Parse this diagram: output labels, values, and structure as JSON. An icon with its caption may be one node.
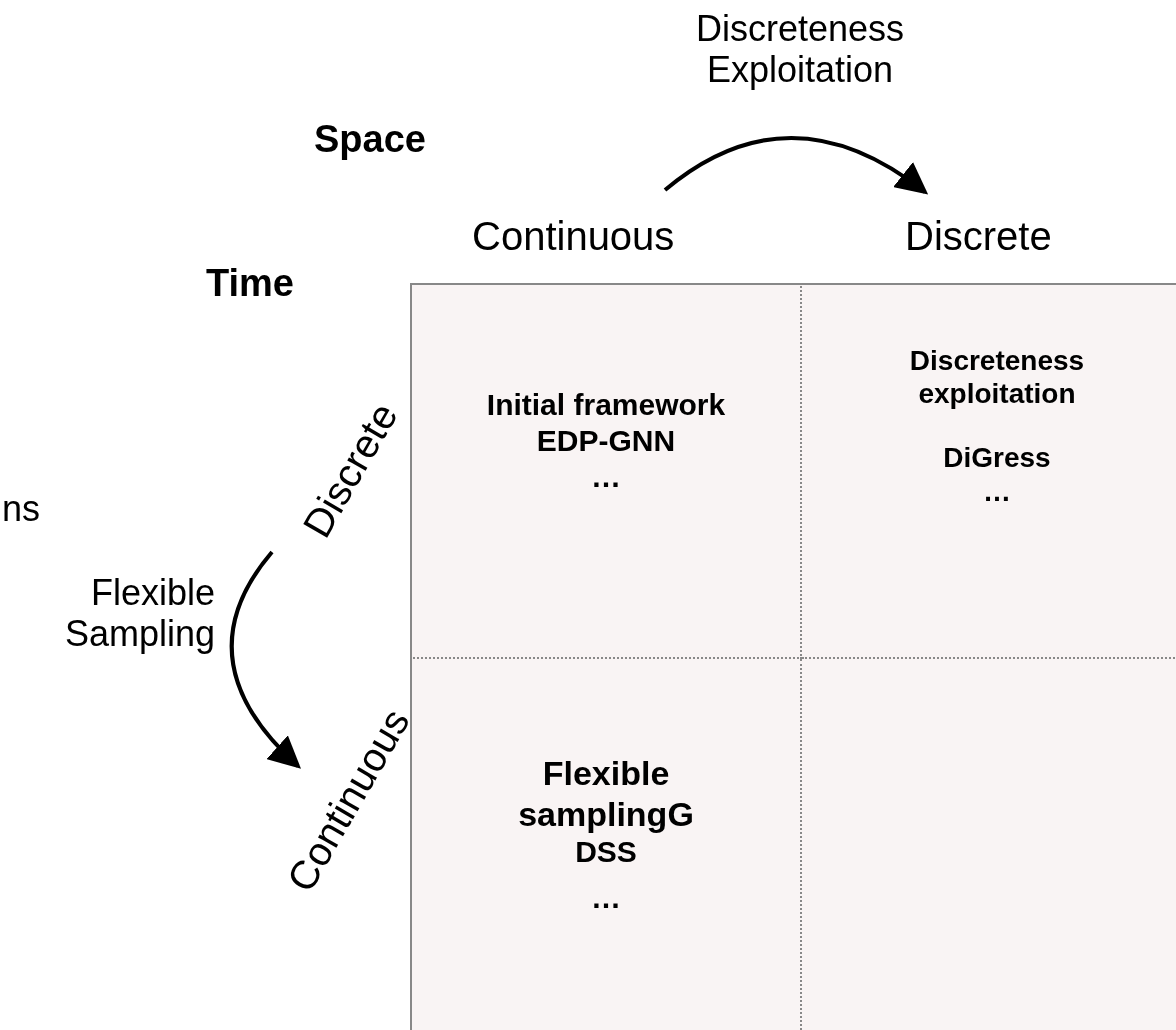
{
  "diagram": {
    "nodes": [
      {
        "text": [
          "Continuous"
        ]
      },
      {
        "text": [
          "Discrete"
        ]
      },
      {
        "text": [
          "Discrete"
        ]
      },
      {
        "text": [
          "Continuous"
        ]
      },
      {
        "text": [
          "Initial framework",
          "EDP-GNN",
          "…"
        ]
      },
      {
        "text": [
          "Discreteness exploitation",
          "DiGress",
          "…"
        ]
      },
      {
        "text": [
          "Flexible samplingG",
          "DSS",
          "…"
        ]
      },
      {
        "text": [],
        "shape": "box"
      }
    ],
    "edges": [
      {
        "from": 0,
        "to": 1,
        "arrow": "to",
        "label": "Discreteness Exploitation"
      },
      {
        "from": 2,
        "to": 3,
        "arrow": "to",
        "label": "Flexible Sampling"
      }
    ],
    "labels": [
      "Space",
      "Time",
      "ns"
    ]
  }
}
